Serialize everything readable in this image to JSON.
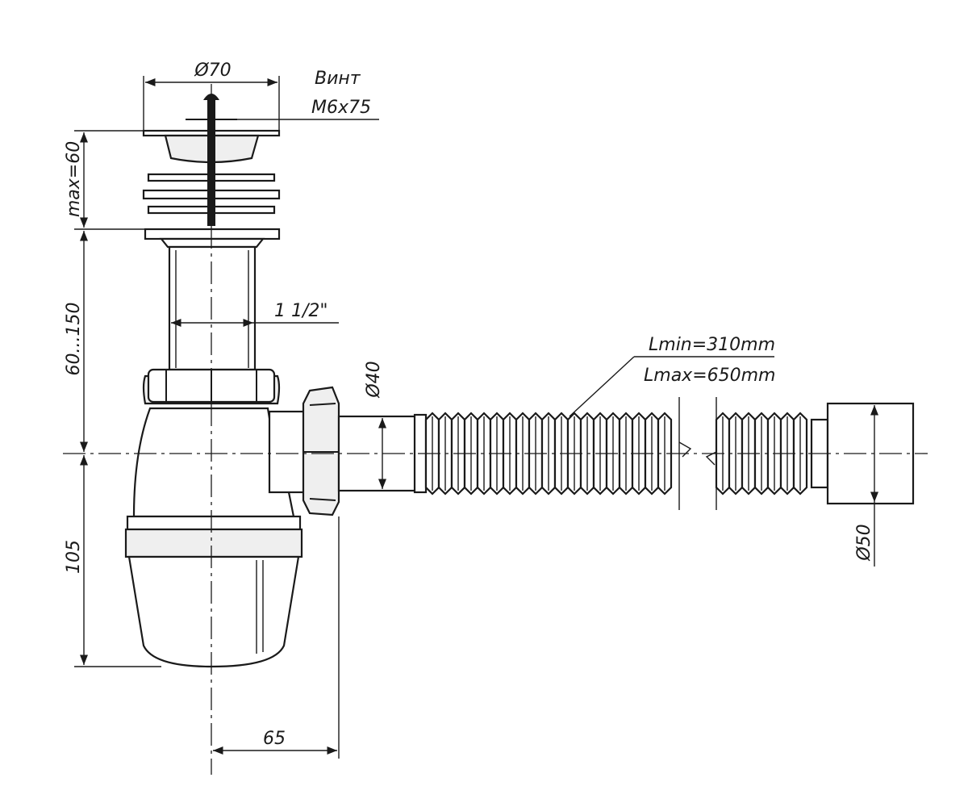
{
  "drawing": {
    "labels": {
      "strainer_diameter": "Ø70",
      "screw_name": "Винт",
      "screw_size": "M6x75",
      "max_height": "max=60",
      "pipe_thread": "1 1/2\"",
      "pipe_length_range": "60...150",
      "outlet_diameter": "Ø40",
      "hose_length_min": "Lmin=310mm",
      "hose_length_max": "Lmax=650mm",
      "bottle_height": "105",
      "offset_width": "65",
      "end_diameter": "Ø50"
    },
    "colors": {
      "line": "#1a1a1a",
      "fill": "#ffffff",
      "shade": "#efefef"
    }
  }
}
